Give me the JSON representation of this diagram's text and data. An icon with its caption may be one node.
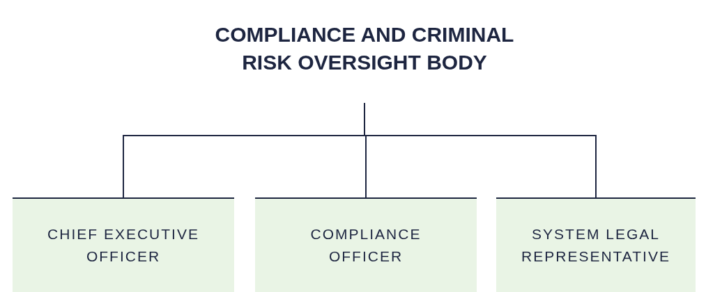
{
  "diagram": {
    "nodes": [
      {
        "text": [
          "COMPLIANCE AND CRIMINAL RISK OVERSIGHT BODY"
        ]
      },
      {
        "text": [
          "CHIEF EXECUTIVE OFFICER"
        ]
      },
      {
        "text": [
          "COMPLIANCE OFFICER"
        ]
      },
      {
        "text": [
          "SYSTEM LEGAL REPRESENTATIVE"
        ]
      }
    ],
    "edges": [
      {
        "from": 0,
        "to": 1,
        "arrow": "none"
      },
      {
        "from": 0,
        "to": 2,
        "arrow": "none"
      },
      {
        "from": 0,
        "to": 3,
        "arrow": "none"
      }
    ]
  }
}
